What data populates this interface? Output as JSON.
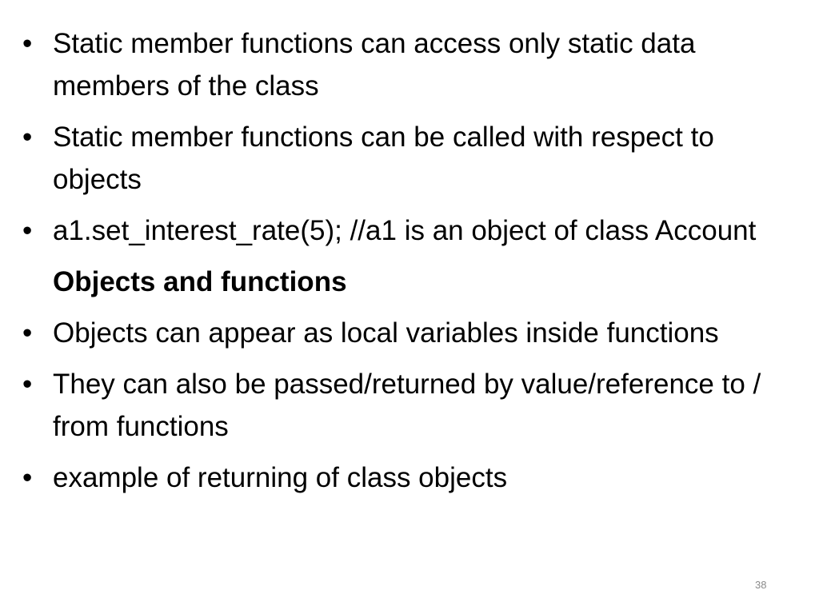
{
  "slide": {
    "items": [
      {
        "bullet": "•",
        "text": "Static member functions can access only static data members of the class"
      },
      {
        "bullet": "•",
        "text": "Static member functions can be called with respect to objects"
      },
      {
        "bullet": "•",
        "text": "a1.set_interest_rate(5);  //a1 is an object of class Account"
      },
      {
        "bullet": "",
        "text": "Objects and functions"
      },
      {
        "bullet": "•",
        "text": "Objects can appear as local variables inside functions"
      },
      {
        "bullet": "•",
        "text": "They can also be passed/returned  by value/reference to / from  functions"
      },
      {
        "bullet": "•",
        "text": "example of returning of class objects"
      }
    ],
    "page_number": "38"
  }
}
